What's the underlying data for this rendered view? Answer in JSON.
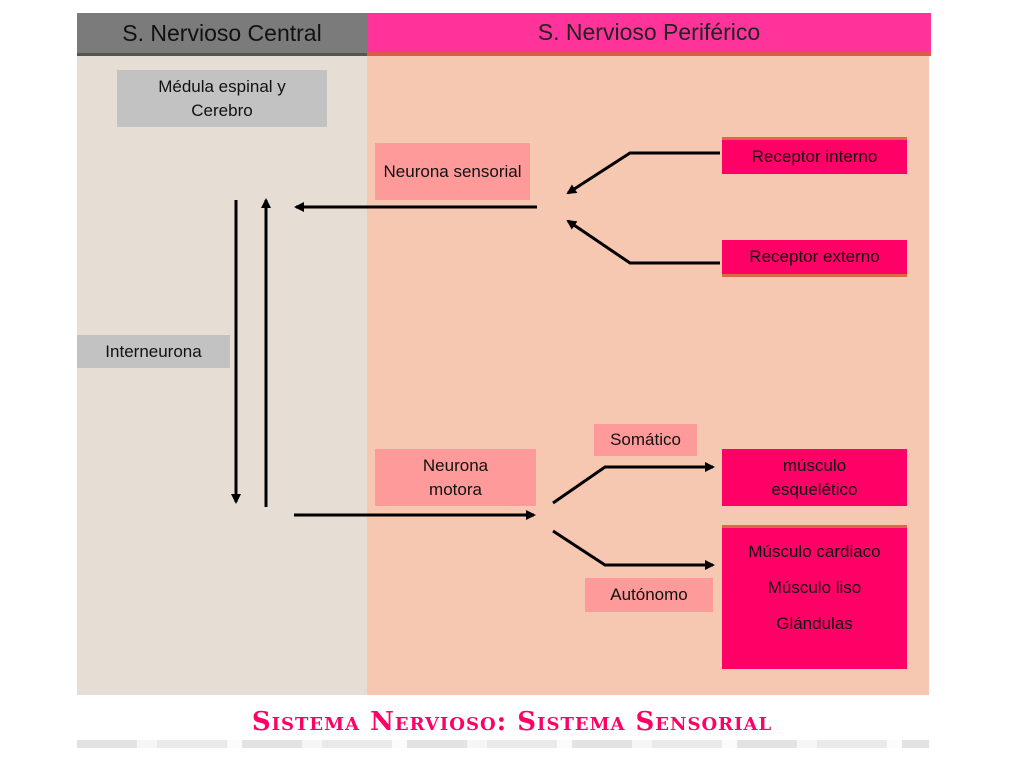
{
  "headers": {
    "central": "S. Nervioso Central",
    "peripheral": "S. Nervioso Periférico"
  },
  "nodes": {
    "brain": "Médula espinal y Cerebro",
    "interneuron": "Interneurona",
    "sensory_neuron": "Neurona sensorial",
    "motor_neuron": "Neurona motora",
    "internal_receptor": "Receptor interno",
    "external_receptor": "Receptor externo",
    "somatic": "Somático",
    "autonomic": "Autónomo",
    "skeletal_muscle": "músculo esquelético",
    "effectors": [
      "Músculo cardiaco",
      "Músculo liso",
      "Glándulas"
    ]
  },
  "footer": {
    "title": "Sistema Nervioso: Sistema Sensorial"
  },
  "colors": {
    "central_panel": "#e6ddd5",
    "peripheral_panel": "#f6c8b2",
    "central_header": "#7b7b7b",
    "peripheral_header": "#ff3399",
    "magenta_box": "#ff0066",
    "light_pink_box": "#ff9a9a",
    "grey_box": "#c2c2c2",
    "footer_title": "#ff0066"
  }
}
